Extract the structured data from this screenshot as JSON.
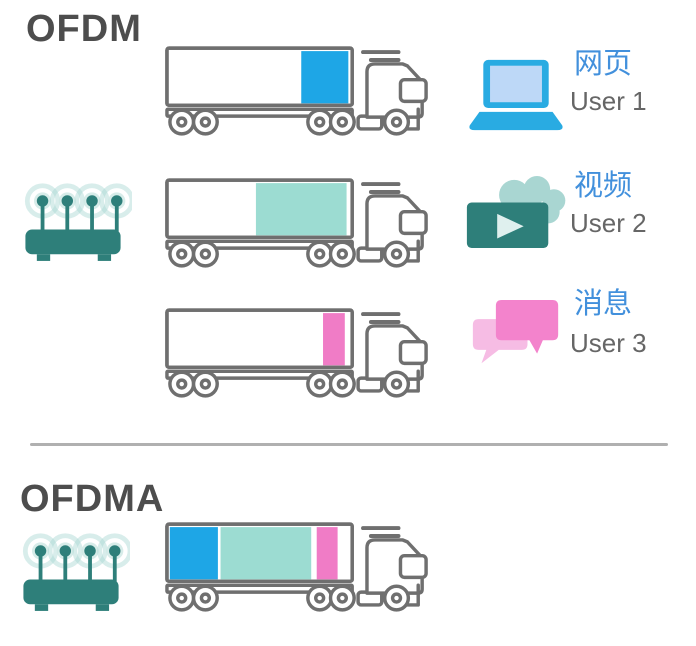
{
  "colors": {
    "blue": "#1ea6e6",
    "teal": "#9cdcd2",
    "pink": "#f07cc6",
    "outline_gray": "#6f6f6f",
    "icon_blue": "#29abe2",
    "laptop_screen_blue": "#bdd8f7",
    "dark_teal": "#2e7f7a",
    "light_teal": "#a9d6d2",
    "pink_front": "#f383cc",
    "pink_back": "#f6bce4",
    "label_blue": "#4290dc",
    "user_gray": "#666666",
    "title_gray": "#4d4d4d",
    "divider_gray": "#b0b0b0"
  },
  "ofdm": {
    "title": "OFDM",
    "users": [
      {
        "service": "网页",
        "user": "User 1",
        "icon": "laptop-icon",
        "cargo": [
          {
            "color": "blue",
            "start": 0.73,
            "width": 0.26
          }
        ]
      },
      {
        "service": "视频",
        "user": "User 2",
        "icon": "video-icon",
        "cargo": [
          {
            "color": "teal",
            "start": 0.48,
            "width": 0.5
          }
        ]
      },
      {
        "service": "消息",
        "user": "User 3",
        "icon": "chat-icon",
        "cargo": [
          {
            "color": "pink",
            "start": 0.85,
            "width": 0.12
          }
        ]
      }
    ]
  },
  "ofdma": {
    "title": "OFDMA",
    "cargo": [
      {
        "color": "blue",
        "start": 0.005,
        "width": 0.265
      },
      {
        "color": "teal",
        "start": 0.285,
        "width": 0.5
      },
      {
        "color": "pink",
        "start": 0.815,
        "width": 0.115
      }
    ]
  }
}
